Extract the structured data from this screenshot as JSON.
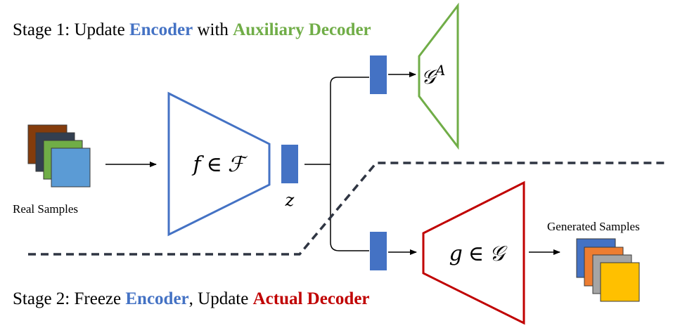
{
  "stage1": {
    "prefix": "Stage 1: Update ",
    "encoder": "Encoder",
    "middle": " with ",
    "aux_decoder": "Auxiliary Decoder"
  },
  "stage2": {
    "prefix": "Stage 2: Freeze ",
    "encoder": "Encoder",
    "middle": ", Update ",
    "actual_decoder": "Actual Decoder"
  },
  "labels": {
    "real_samples": "Real Samples",
    "generated_samples": "Generated Samples",
    "latent": "z"
  },
  "encoder_block": {
    "f": "f",
    "in": "∈",
    "F": "ℱ"
  },
  "aux_decoder_block": {
    "G": "𝒢",
    "sup": "A"
  },
  "actual_decoder_block": {
    "g": "g",
    "in": "∈",
    "G": "𝒢"
  },
  "colors": {
    "encoder": "#4472c4",
    "auxiliary": "#70ad47",
    "actual": "#c00000",
    "latent_bar": "#4472c4",
    "divider": "#2f3542"
  }
}
